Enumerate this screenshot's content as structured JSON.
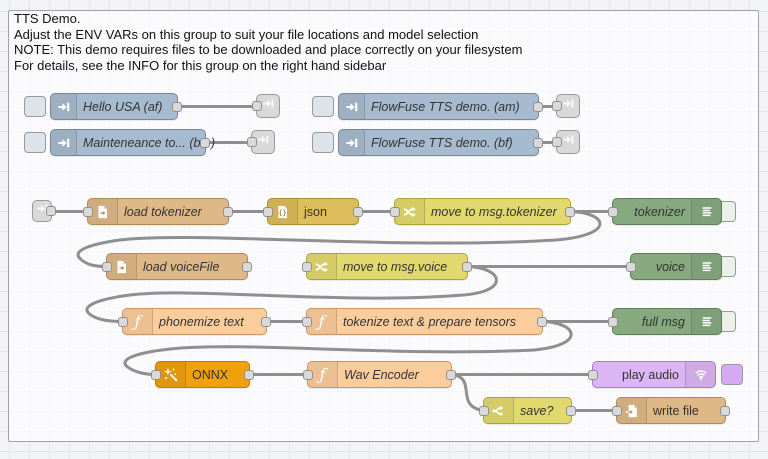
{
  "group_note": {
    "lines": [
      "TTS Demo.",
      "Adjust the ENV VARs on this group to suit your file locations and model selection",
      "NOTE: This demo requires files to be downloaded and place correctly on your filesystem",
      "For details, see the INFO for this group on the right hand sidebar"
    ]
  },
  "nodes": {
    "hello_usa": {
      "label": "Hello USA (af)"
    },
    "maintenance": {
      "label": "Mainteneance to... (bm)"
    },
    "flowfuse_am": {
      "label": "FlowFuse TTS demo. (am)"
    },
    "flowfuse_bf": {
      "label": "FlowFuse TTS demo. (bf)"
    },
    "load_tokenizer": {
      "label": "load tokenizer"
    },
    "json": {
      "label": "json"
    },
    "move_tokenizer": {
      "label": "move to msg.tokenizer"
    },
    "tokenizer_debug": {
      "label": "tokenizer"
    },
    "load_voicefile": {
      "label": "load voiceFile"
    },
    "move_voice": {
      "label": "move to msg.voice"
    },
    "voice_debug": {
      "label": "voice"
    },
    "phonemize": {
      "label": "phonemize text"
    },
    "tokenize_prepare": {
      "label": "tokenize text & prepare tensors"
    },
    "full_msg_debug": {
      "label": "full msg"
    },
    "onnx": {
      "label": "ONNX"
    },
    "wav_encoder": {
      "label": "Wav Encoder"
    },
    "play_audio": {
      "label": "play audio"
    },
    "save_switch": {
      "label": "save?"
    },
    "write_file": {
      "label": "write file"
    }
  },
  "icons": {
    "inject": "arrow-to-bar-icon",
    "link": "arrow-to-bar-icon",
    "file": "file-page-icon",
    "json": "curly-braces-icon",
    "change": "shuffle-icon",
    "switch": "branch-icon",
    "debug": "list-lines-icon",
    "function": "italic-f-icon",
    "onnx": "magic-wand-icon",
    "play_audio": "sound-waves-icon"
  },
  "colors": {
    "inject": "#a6bbcf",
    "file": "#deb887",
    "json": "#debd5c",
    "change": "#e2d96e",
    "switch": "#e2d96e",
    "debug": "#87a980",
    "function": "#fbcd9d",
    "onnx": "#f0a00c",
    "play_audio": "#dcb5f4",
    "wire": "#8f8f8f",
    "canvas": "#f2f3f7",
    "group_background": "#ffffff",
    "port": "#d9d9d9"
  }
}
